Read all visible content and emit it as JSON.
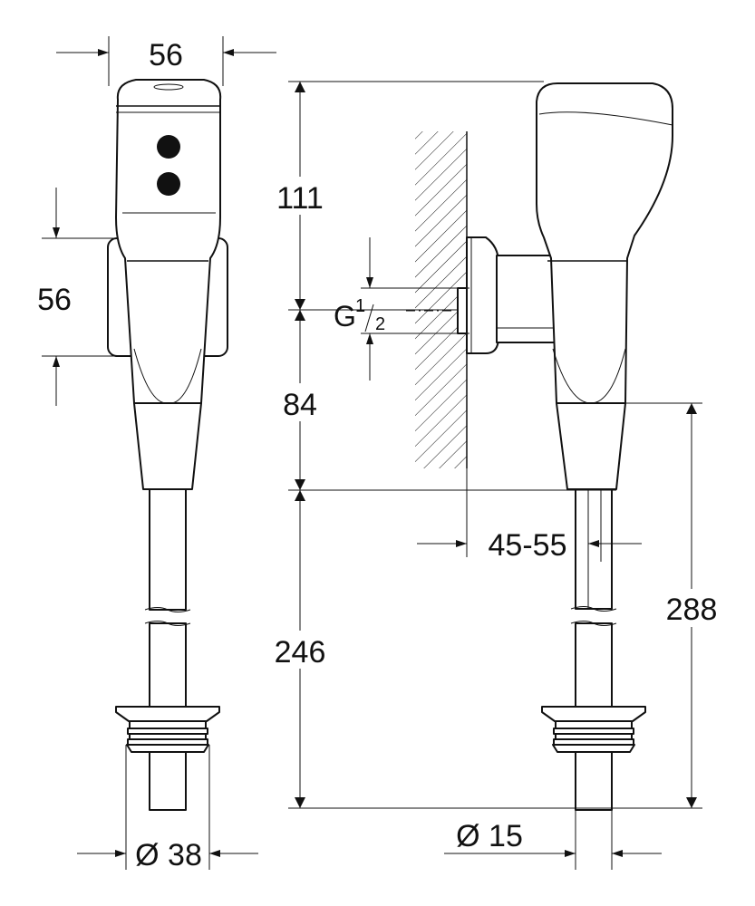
{
  "dimensions": {
    "front_width": "56",
    "front_height": "56",
    "front_pipe_diameter": "Ø 38",
    "side_top": "111",
    "side_middle": "84",
    "side_bottom": "246",
    "side_total": "288",
    "wall_offset": "45-55",
    "pipe_diameter": "Ø 15",
    "thread_main": "G",
    "thread_num": "1",
    "thread_den": "2"
  }
}
